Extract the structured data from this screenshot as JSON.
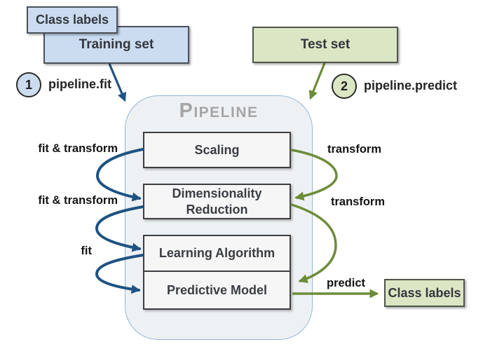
{
  "colors": {
    "blue_box_fill": "#cbdcf1",
    "green_box_fill": "#dbe6c4",
    "blue_arrow": "#1e5383",
    "green_arrow": "#6d8c39",
    "pipeline_title_gray": "#a5a5a5",
    "pipeline_border": "#93b6d7"
  },
  "training_branch": {
    "class_labels_label": "Class labels",
    "training_set_label": "Training set",
    "step_number": "1",
    "step_label": "pipeline.fit"
  },
  "test_branch": {
    "test_set_label": "Test set",
    "step_number": "2",
    "step_label": "pipeline.predict"
  },
  "pipeline": {
    "title": "Pipeline",
    "stages": [
      {
        "label": "Scaling"
      },
      {
        "label": "Dimensionality Reduction"
      },
      {
        "label": "Learning Algorithm"
      },
      {
        "label": "Predictive Model"
      }
    ]
  },
  "arrow_labels": {
    "left": [
      {
        "label": "fit & transform"
      },
      {
        "label": "fit & transform"
      },
      {
        "label": "fit"
      }
    ],
    "right": [
      {
        "label": "transform"
      },
      {
        "label": "transform"
      },
      {
        "label": "predict"
      }
    ]
  },
  "output": {
    "class_labels_label": "Class labels"
  }
}
